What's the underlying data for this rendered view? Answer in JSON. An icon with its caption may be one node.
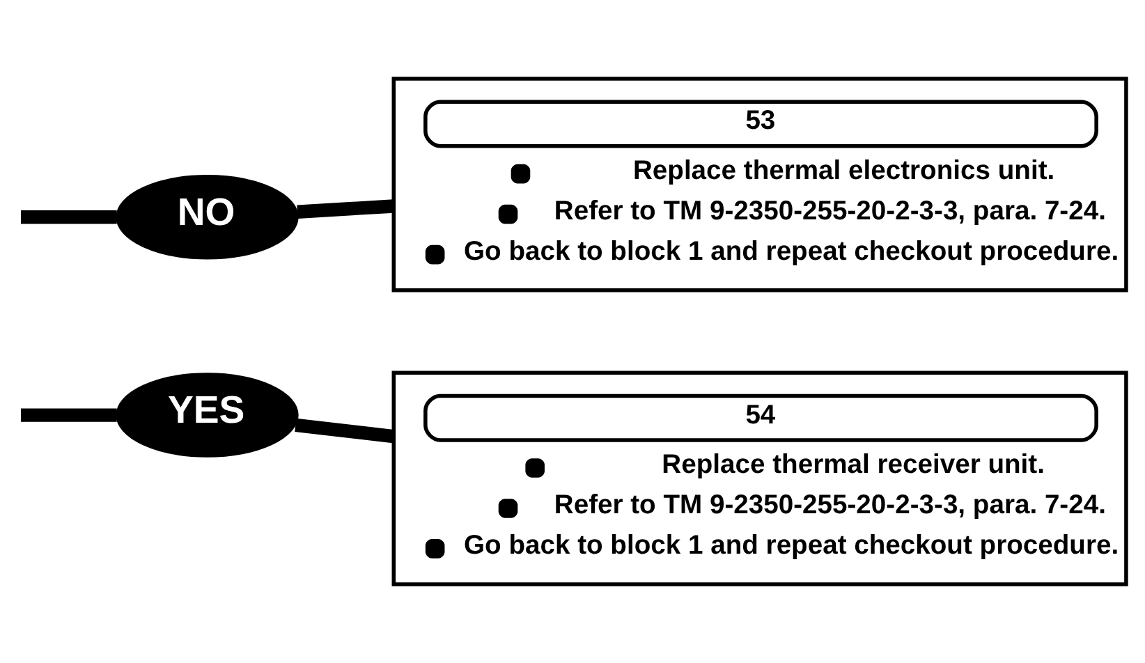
{
  "diagram": {
    "nodes": [
      {
        "text": [
          "NO"
        ]
      },
      {
        "text": [
          "53",
          "Replace thermal electronics unit.",
          "Refer to TM 9-2350-255-20-2-3-3, para. 7-24.",
          "Go back to block 1 and repeat checkout procedure."
        ]
      },
      {
        "text": [
          "YES"
        ]
      },
      {
        "text": [
          "54",
          "Replace thermal receiver unit.",
          "Refer to TM 9-2350-255-20-2-3-3, para. 7-24.",
          "Go back to block 1 and repeat checkout procedure."
        ]
      }
    ],
    "edges": [
      {
        "from": null,
        "to": 0,
        "arrow": "none"
      },
      {
        "from": 0,
        "to": 1,
        "arrow": "none"
      },
      {
        "from": null,
        "to": 2,
        "arrow": "none"
      },
      {
        "from": 2,
        "to": 3,
        "arrow": "none"
      }
    ]
  }
}
